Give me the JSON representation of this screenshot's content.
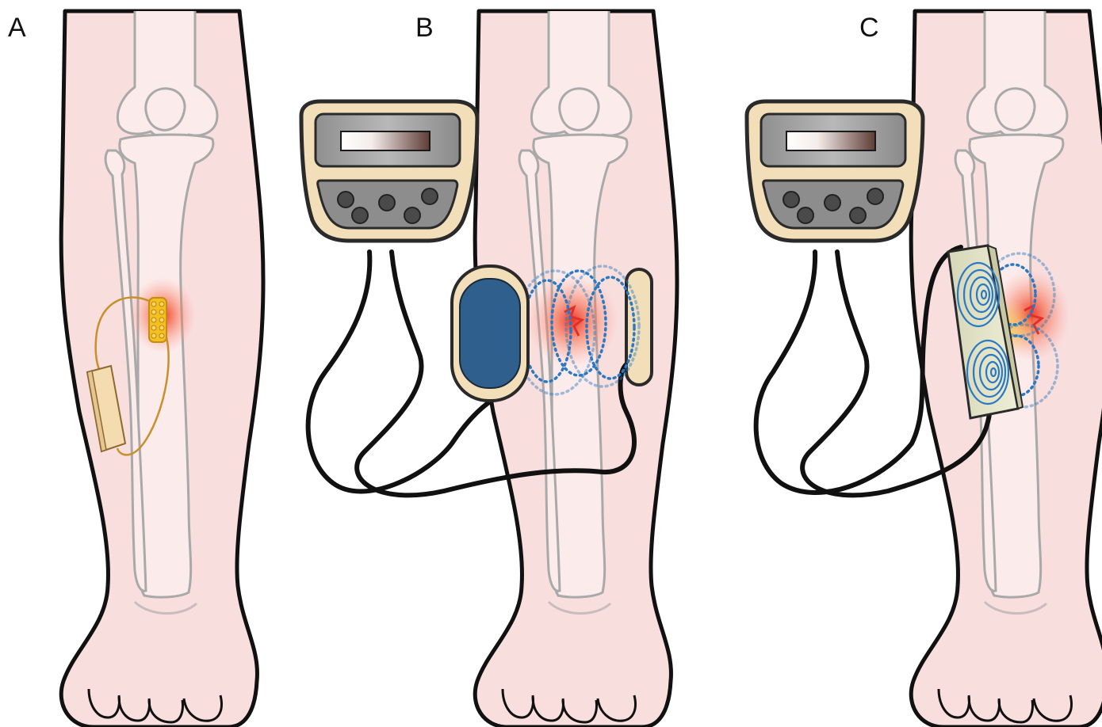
{
  "panels": [
    {
      "label": "A"
    },
    {
      "label": "B"
    },
    {
      "label": "C"
    }
  ],
  "colors": {
    "skin": "#f9dede",
    "skin_outline": "#111111",
    "bone_fill": "#fcebeb",
    "bone_stroke": "#a9a9a9",
    "device_body": "#f2deb9",
    "device_outline": "#2a2a2a",
    "device_screen": "#9a9a9a",
    "knob": "#4a4a4a",
    "cable": "#111111",
    "electrode_blue": "#2f5f8d",
    "field_blue": "#2b79c2",
    "fracture_red": "#e0302a",
    "implant_yellow": "#f2c020",
    "implant_wire": "#c98f2c"
  }
}
